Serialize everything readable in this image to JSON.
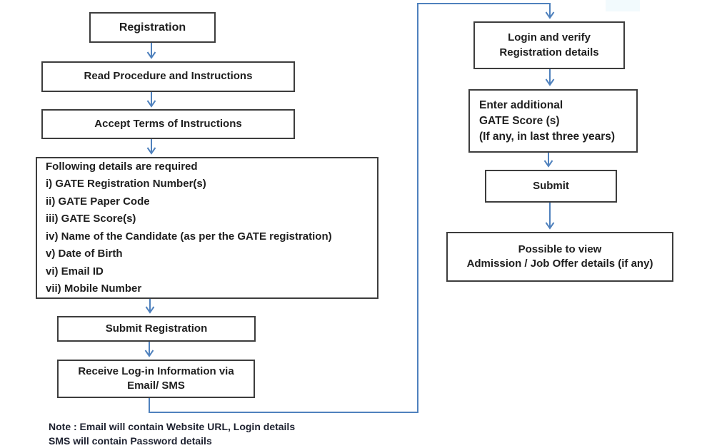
{
  "diagram": {
    "title": "GATE registration process flowchart",
    "nodes": {
      "registration": {
        "label": "Registration"
      },
      "read_procedure": {
        "label": "Read Procedure and Instructions"
      },
      "accept_terms": {
        "label": "Accept Terms of Instructions"
      },
      "required_details": {
        "heading": "Following details are required",
        "items": [
          "i) GATE Registration Number(s)",
          "ii) GATE Paper Code",
          "iii) GATE Score(s)",
          "iv) Name of the Candidate (as per the GATE registration)",
          "v) Date of Birth",
          "vi) Email ID",
          "vii) Mobile Number"
        ]
      },
      "submit_registration": {
        "label": "Submit Registration"
      },
      "receive_login": {
        "line1": "Receive Log-in Information via",
        "line2": "Email/ SMS"
      },
      "login_verify": {
        "line1": "Login and verify",
        "line2": "Registration details"
      },
      "enter_additional": {
        "line1": "Enter additional",
        "line2": "GATE Score (s)",
        "line3": "(If any, in last three years)"
      },
      "submit": {
        "label": "Submit"
      },
      "possible_view": {
        "line1": "Possible to view",
        "line2": "Admission / Job Offer details (if any)"
      }
    },
    "note": {
      "line1": "Note : Email will contain Website URL, Login details",
      "line2": "SMS will contain Password details"
    },
    "colors": {
      "arrow": "#4f81bd",
      "box_border": "#3d3d3d",
      "text": "#1f1f1f",
      "background": "#ffffff"
    }
  }
}
